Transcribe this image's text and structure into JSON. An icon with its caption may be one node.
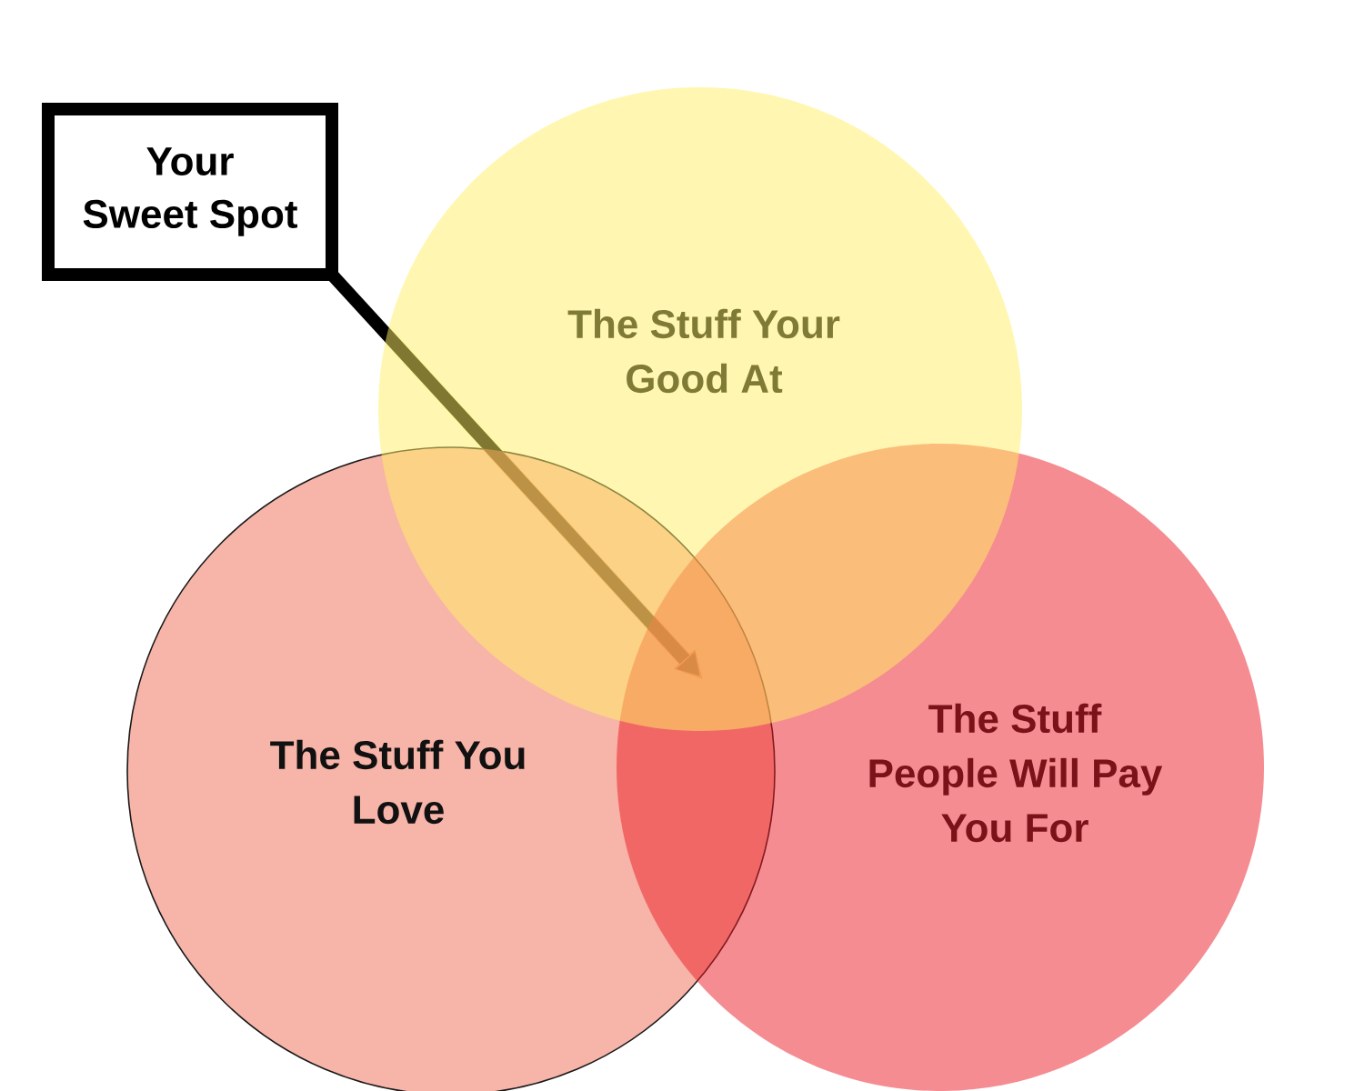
{
  "diagram": {
    "nodes": [
      {
        "text": [
          "Your Sweet Spot"
        ]
      },
      {
        "text": [
          "The Stuff Your Good At"
        ]
      },
      {
        "text": [
          "The Stuff You Love"
        ]
      },
      {
        "text": [
          "The Stuff People Will Pay You For"
        ]
      }
    ],
    "edges": [
      {
        "from": 0,
        "to": 1,
        "arrow": "to"
      }
    ]
  }
}
